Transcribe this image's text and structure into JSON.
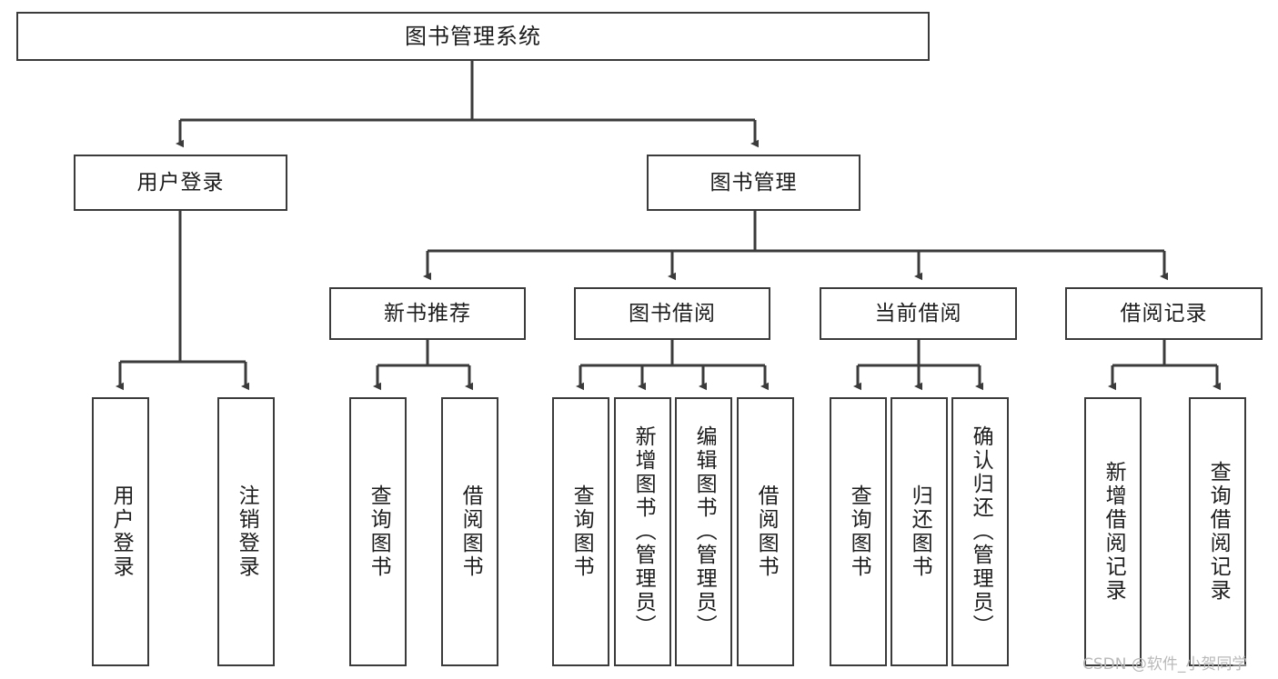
{
  "diagram": {
    "title": "图书管理系统",
    "watermark": "CSDN @软件_小贺同学",
    "line_color": "#3b3b3b",
    "box_fill": "#ffffff",
    "text_color": "#1d1d1d",
    "root": {
      "label": "图书管理系统"
    },
    "level2": [
      {
        "label": "用户登录"
      },
      {
        "label": "图书管理"
      }
    ],
    "level3": [
      {
        "label": "新书推荐"
      },
      {
        "label": "图书借阅"
      },
      {
        "label": "当前借阅"
      },
      {
        "label": "借阅记录"
      }
    ],
    "leaves": {
      "user_login": [
        {
          "label": "用户登录"
        },
        {
          "label": "注销登录"
        }
      ],
      "new_book_recommend": [
        {
          "label": "查询图书"
        },
        {
          "label": "借阅图书"
        }
      ],
      "book_borrow": [
        {
          "label": "查询图书"
        },
        {
          "label": "新增图书（管理员）"
        },
        {
          "label": "编辑图书（管理员）"
        },
        {
          "label": "借阅图书"
        }
      ],
      "current_borrow": [
        {
          "label": "查询图书"
        },
        {
          "label": "归还图书"
        },
        {
          "label": "确认归还（管理员）"
        }
      ],
      "borrow_record": [
        {
          "label": "新增借阅记录"
        },
        {
          "label": "查询借阅记录"
        }
      ]
    }
  }
}
